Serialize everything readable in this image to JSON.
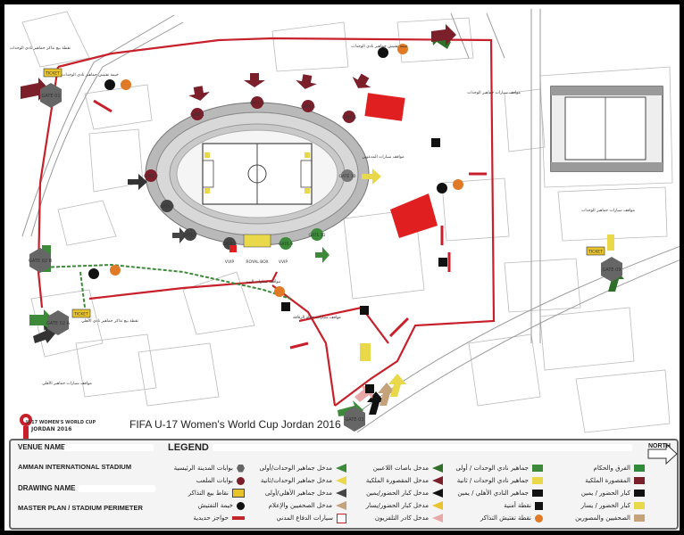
{
  "caption": "FIFA U-17 Women's World Cup Jordan 2016",
  "logo": {
    "line1": "U-17 WOMEN'S WORLD CUP",
    "line2": "JORDAN 2016"
  },
  "panel": {
    "venue_name_label": "VENUE NAME",
    "venue_name": "AMMAN INTERNATIONAL STADIUM",
    "drawing_name_label": "DRAWING NAME",
    "drawing_name": "MASTER PLAN / STADIUM PERIMETER",
    "legend_title": "LEGEND",
    "north": "NORTH"
  },
  "legend": {
    "col1": [
      {
        "text": "الفرق والحكام",
        "swatch": "#2f8a3a"
      },
      {
        "text": "المقصورة الملكية",
        "swatch": "#7b1f2a"
      },
      {
        "text": "كبار الحضور / يمين",
        "swatch": "#111111"
      },
      {
        "text": "كبار الحضور / يسار",
        "swatch": "#e8d84a"
      },
      {
        "text": "الصحفيين والمصورين",
        "swatch": "#c6a27a"
      }
    ],
    "col2": [
      {
        "text": "جماهير نادي الوحدات / أولى",
        "swatch": "#3c8a3a"
      },
      {
        "text": "جماهير نادي الوحدات / ثانية",
        "swatch": "#e8d84a"
      },
      {
        "text": "جماهير النادي الأهلي / يمين",
        "swatch": "#111111"
      },
      {
        "text": "نقطة أمنية",
        "icon": "security-point-icon"
      },
      {
        "text": "نقطة تفتيش التذاكر",
        "icon": "ticket-check-icon"
      }
    ],
    "col3": [
      {
        "text": "مدخل باصات اللاعبين",
        "arrow": "#2f6f2a"
      },
      {
        "text": "مدخل المقصورة الملكية",
        "arrow": "#7b1f2a"
      },
      {
        "text": "مدخل كبار الحضور/يمين",
        "arrow": "#111111"
      },
      {
        "text": "مدخل كبار الحضور/يسار",
        "arrow": "#e8c42a"
      },
      {
        "text": "مدخل كادر التلفزيون",
        "arrow": "#e9a8a8"
      }
    ],
    "col4": [
      {
        "text": "مدخل جماهير الوحدات/أولى",
        "arrow": "#3c8a3a"
      },
      {
        "text": "مدخل جماهير الوحدات/ثانية",
        "arrow": "#e8d84a"
      },
      {
        "text": "مدخل جماهير الأهلي/أولى",
        "arrow": "#444444"
      },
      {
        "text": "مدخل الصحفيين والإعلام",
        "arrow": "#c6a27a"
      },
      {
        "text": "سيارات الدفاع المدني",
        "icon": "ambulance-icon"
      }
    ],
    "col5": [
      {
        "text": "بوابات المدينة الرئيسية",
        "icon": "gate-hexagon-icon"
      },
      {
        "text": "بوابات الملعب",
        "icon": "stadium-gate-icon"
      },
      {
        "text": "نقاط بيع التذاكر",
        "icon": "ticket-sale-icon"
      },
      {
        "text": "خيمة التفتيش",
        "icon": "search-tent-icon"
      },
      {
        "text": "حواجز حديدية",
        "icon": "barrier-icon"
      }
    ]
  },
  "gates": [
    {
      "id": "gate-01",
      "label": "GATE 01"
    },
    {
      "id": "gate-02",
      "label": "GATE 02 A"
    },
    {
      "id": "gate-02b",
      "label": "GATE 02 B"
    },
    {
      "id": "gate-03",
      "label": "GATE 03"
    },
    {
      "id": "gate-09",
      "label": "GATE 09"
    }
  ],
  "stadium_gates": [
    {
      "label": "GATE 1"
    },
    {
      "label": "GATE 4"
    },
    {
      "label": "GATE 5"
    },
    {
      "label": "GATE 6"
    },
    {
      "label": "GATE 7"
    },
    {
      "label": "GATE 8"
    },
    {
      "label": "GATE 9"
    },
    {
      "label": "GATE 10"
    },
    {
      "label": "GATE 11"
    },
    {
      "label": "GATE 2"
    },
    {
      "label": "GATE 3"
    }
  ],
  "tickets": [
    {
      "label": "TICKET"
    },
    {
      "label": "TICKET"
    },
    {
      "label": "TICKET"
    }
  ],
  "map_labels": [
    {
      "text": "خيمة تفتيش جماهير نادي الوحدات"
    },
    {
      "text": "نقطة بيع تذاكر جماهير نادي الوحدات"
    },
    {
      "text": "مواقف سيارات جماهير الوحدات"
    },
    {
      "text": "مواقف سيارات جماهير الوحدات"
    },
    {
      "text": "مواقف سيارات المدعوين"
    },
    {
      "text": "مواقف سيارات حملة الرقاقة"
    },
    {
      "text": "نقطة بيع تذاكر جماهير نادي الأهلي"
    },
    {
      "text": "مواقف سيارات جماهير الأهلي"
    },
    {
      "text": "خيمة تفتيش جماهير نادي الوحدات"
    },
    {
      "text": "مواقف سيارات البث"
    },
    {
      "text": "VVIP"
    },
    {
      "text": "ROYAL BOX"
    },
    {
      "text": "VVIP"
    }
  ],
  "colors": {
    "perimeter": "#c8202a",
    "green_route": "#3c8a3a",
    "field": "#2f8a3a",
    "track": "#c9c9c9",
    "stands": "#b9b9b9"
  }
}
